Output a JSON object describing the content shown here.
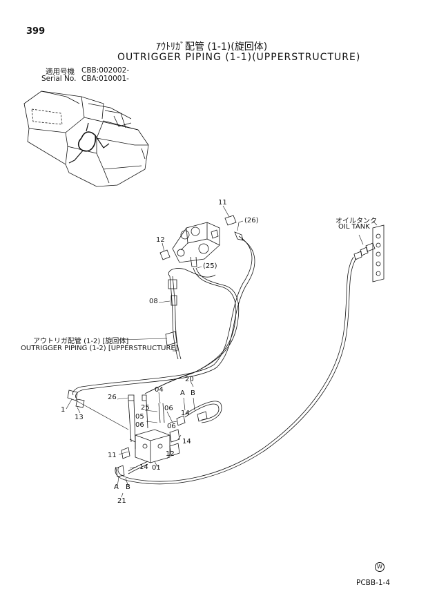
{
  "page_number": "399",
  "title_jp": "ｱｳﾄﾘｶﾞ配管 (1-1)(旋回体)",
  "title_en": "OUTRIGGER PIPING (1-1)(UPPERSTRUCTURE)",
  "serial": {
    "label_jp": "適用号機",
    "label_en": "Serial No.",
    "value1": "CBB:002002-",
    "value2": "CBA:010001-"
  },
  "callouts": {
    "oil_tank_jp": "オイルタンク",
    "oil_tank_en": "OIL TANK",
    "ref_jp": "アウトリガ配管 (1-2) [旋回体]",
    "ref_en": "OUTRIGGER PIPING (1-2) [UPPERSTRUCTURE]"
  },
  "part_labels": {
    "p11_top": "11",
    "p26_top": "(26)",
    "p12_top": "12",
    "p25_top": "(25)",
    "p08": "08",
    "p20": "20",
    "p20_a": "A",
    "p20_b": "B",
    "p26_mid": "26",
    "p04": "04",
    "p25_mid": "25",
    "p05": "05",
    "p06_a": "06",
    "p06_b": "06",
    "p06_c": "06",
    "p14_a": "14",
    "p14_b": "14",
    "p14_c": "14",
    "p1": "1",
    "p13": "13",
    "p11_bot": "11",
    "p12_bot": "12",
    "p01": "01",
    "p21_a": "A",
    "p21_b": "B",
    "p21": "21"
  },
  "footer": {
    "mark": "W",
    "code": "PCBB-1-4"
  }
}
